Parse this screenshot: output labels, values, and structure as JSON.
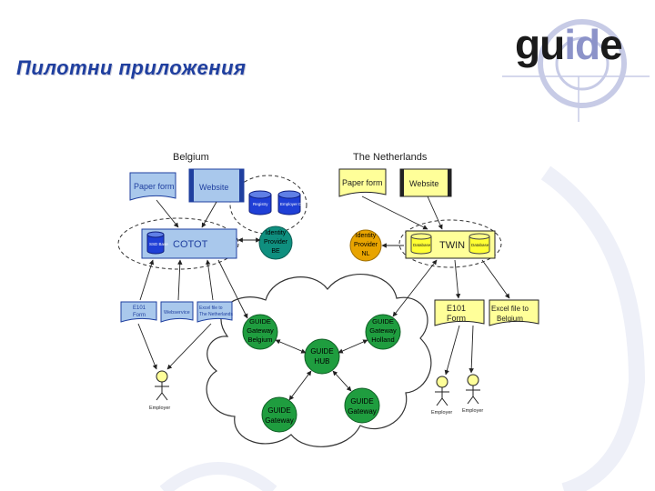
{
  "slide": {
    "title": "Пилотни приложения"
  },
  "logo": {
    "text_a": "gu",
    "text_b": "id",
    "text_c": "e"
  },
  "regions": {
    "belgium": "Belgium",
    "netherlands": "The Netherlands"
  },
  "belgium": {
    "paper_form": "Paper form",
    "website": "Website",
    "cotot": "COTOT",
    "cotot_db": "SSD Base",
    "db1": "Registry",
    "db2": "Employer DB",
    "idp": [
      "Identity",
      "Provider",
      "BE"
    ],
    "e101": [
      "E101",
      "Form"
    ],
    "webservice": "Webservice",
    "excel": [
      "Excel file to",
      "The Netherlands"
    ],
    "employer": "Employer"
  },
  "netherlands": {
    "paper_form": "Paper form",
    "website": "Website",
    "twin": "TWIN",
    "db_left": "Database",
    "db_right": "Database",
    "idp": [
      "Identity",
      "Provider",
      "NL"
    ],
    "e101": [
      "E101",
      "Form"
    ],
    "excel": [
      "Excel file to",
      "Belgium"
    ],
    "employer1": "Employer",
    "employer2": "Employer"
  },
  "gateways": {
    "belgium": [
      "GUIDE",
      "Gateway",
      "Belgium"
    ],
    "holland": [
      "GUIDE",
      "Gateway",
      "Holland"
    ],
    "hub": [
      "GUIDE",
      "HUB"
    ],
    "gw1": [
      "GUIDE",
      "Gateway"
    ],
    "gw2": [
      "GUIDE",
      "Gateway"
    ]
  },
  "colors": {
    "title": "#1f3f9f",
    "blue_doc": "#a9c8ec",
    "yellow_doc": "#ffff99",
    "blue_db": "#1f3fd6",
    "yellow_db": "#ffff33",
    "green": "#1f9d3f",
    "teal": "#0f8f7f",
    "orange": "#e8a400"
  }
}
